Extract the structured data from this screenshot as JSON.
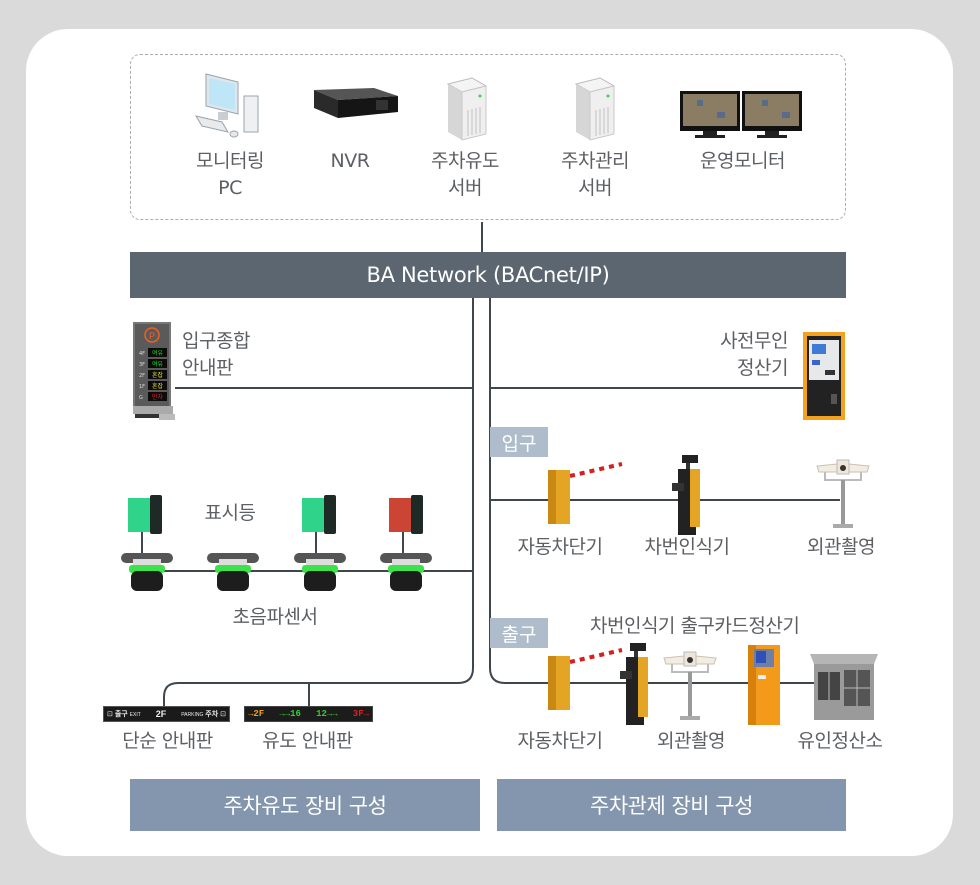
{
  "server_group": {
    "items": [
      {
        "icon": "monitoring-pc-icon",
        "label_line1": "모니터링",
        "label_line2": "PC"
      },
      {
        "icon": "nvr-icon",
        "label_line1": "NVR",
        "label_line2": ""
      },
      {
        "icon": "server-tower-icon",
        "label_line1": "주차유도",
        "label_line2": "서버"
      },
      {
        "icon": "server-tower-icon",
        "label_line1": "주차관리",
        "label_line2": "서버"
      },
      {
        "icon": "dual-monitor-icon",
        "label_line1": "운영모니터",
        "label_line2": ""
      }
    ]
  },
  "network_bar": {
    "label": "BA Network (BACnet/IP)"
  },
  "guidance": {
    "entrance_board": {
      "label_line1": "입구종합",
      "label_line2": "안내판",
      "floors": [
        {
          "floor": "4F",
          "status": "여유",
          "color": "#22dd22"
        },
        {
          "floor": "3F",
          "status": "여유",
          "color": "#22dd22"
        },
        {
          "floor": "2F",
          "status": "혼잡",
          "color": "#e8e030"
        },
        {
          "floor": "1F",
          "status": "혼잡",
          "color": "#e8e030"
        },
        {
          "floor": "G",
          "status": "만차",
          "color": "#e02020"
        }
      ]
    },
    "indicator_lights": {
      "label": "표시등",
      "states": [
        "green",
        "green",
        "green",
        "red"
      ]
    },
    "ultrasonic_sensors": {
      "label": "초음파센서"
    },
    "simple_board": {
      "label": "단순 안내판",
      "text_exit_kr": "출구",
      "text_exit_en": "EXIT",
      "text_floor": "2F",
      "text_parking_en": "PARKING",
      "text_parking_kr": "주차"
    },
    "guide_board": {
      "label": "유도 안내판",
      "segments": [
        {
          "text": "→2F",
          "color": "#f0a020"
        },
        {
          "text": "→→16",
          "color": "#30d030"
        },
        {
          "text": "12→→",
          "color": "#30d030"
        },
        {
          "text": "3F→",
          "color": "#e02020"
        }
      ]
    },
    "footer": "주차유도 장비 구성"
  },
  "control": {
    "prepay_kiosk": {
      "label_line1": "사전무인",
      "label_line2": "정산기"
    },
    "entry": {
      "tag": "입구",
      "devices": [
        {
          "icon": "barrier-gate-icon",
          "label": "자동차단기"
        },
        {
          "icon": "lpr-camera-icon",
          "label": "차번인식기"
        },
        {
          "icon": "exterior-camera-icon",
          "label": "외관촬영"
        }
      ]
    },
    "exit": {
      "tag": "출구",
      "top_labels": "차번인식기 출구카드정산기",
      "devices": [
        {
          "icon": "barrier-gate-icon",
          "label": "자동차단기"
        },
        {
          "icon": "lpr-camera-icon",
          "label": ""
        },
        {
          "icon": "exterior-camera-icon",
          "label": "외관촬영"
        },
        {
          "icon": "exit-card-payment-icon",
          "label": ""
        },
        {
          "icon": "toll-booth-icon",
          "label": "유인정산소"
        }
      ]
    },
    "footer": "주차관제 장비 구성"
  },
  "colors": {
    "network_bar": "#5b6670",
    "footer_bar": "#8496ad",
    "tag": "#afbccb",
    "wire": "#3f4650",
    "barrier_yellow": "#e4a524",
    "kiosk_orange": "#f39a1a"
  }
}
